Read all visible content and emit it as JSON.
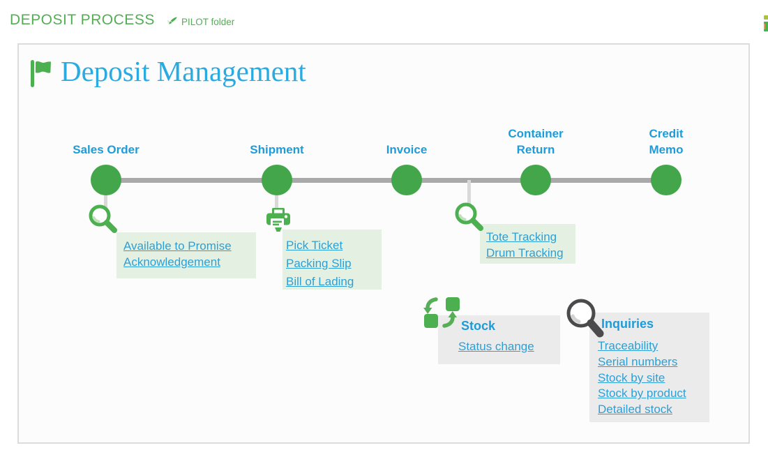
{
  "header": {
    "title": "DEPOSIT PROCESS",
    "folder": {
      "icon": "brush-icon",
      "label": "PILOT folder"
    }
  },
  "canvas": {
    "flag_icon": "flag-icon",
    "title": "Deposit Management",
    "timeline": {
      "nodes": [
        {
          "label": "Sales Order"
        },
        {
          "label": "Shipment"
        },
        {
          "label": "Invoice"
        },
        {
          "label": "Container Return"
        },
        {
          "label": "Credit Memo"
        }
      ]
    },
    "link_groups": [
      {
        "icon": "magnifier-icon",
        "links": [
          "Available to Promise",
          "Acknowledgement"
        ]
      },
      {
        "icon": "printer-icon",
        "links": [
          "Pick Ticket",
          "Packing Slip",
          "Bill of Lading"
        ]
      },
      {
        "icon": "magnifier-icon",
        "links": [
          "Tote Tracking",
          "Drum Tracking"
        ]
      }
    ],
    "stock": {
      "icon": "status-change-icon",
      "heading": "Stock",
      "links": [
        "Status change"
      ]
    },
    "inquiries": {
      "icon": "magnifier-icon",
      "heading": "Inquiries",
      "links": [
        "Traceability",
        "Serial numbers",
        "Stock by site",
        "Stock by product",
        "Detailed stock"
      ]
    }
  },
  "colors": {
    "green": "#4caf50",
    "header_green": "#53ae53",
    "title_blue": "#29abe2",
    "heading_blue": "#1e9cd9",
    "link_blue": "#2e9fd4",
    "line_gray": "#a9a9a9",
    "stem_gray": "#d9d9d9",
    "green_box_bg": "#e4f1e2",
    "gray_box_bg": "#ebebeb",
    "inquiry_icon_gray": "#4b4b4d"
  }
}
